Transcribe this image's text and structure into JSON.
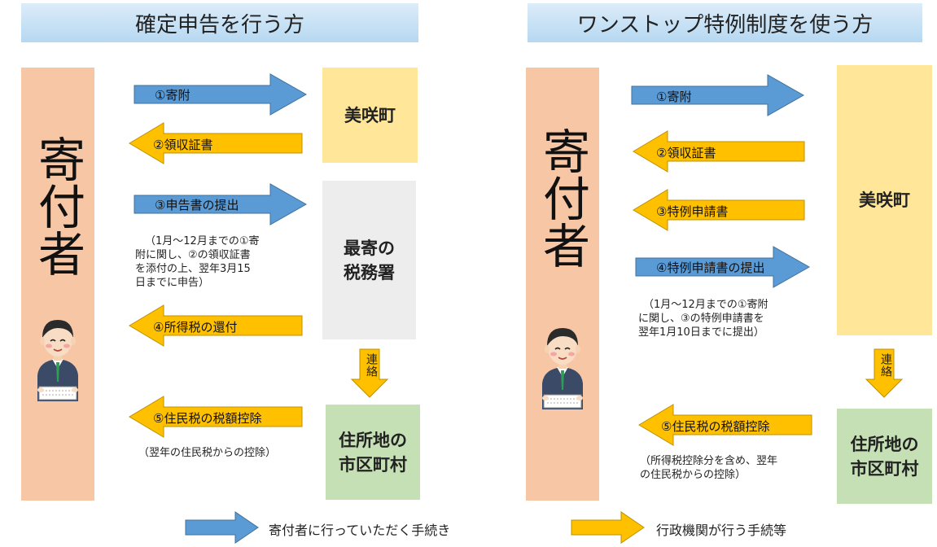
{
  "left": {
    "title": "確定申告を行う方",
    "donor_label": "寄付者",
    "boxes": {
      "town": "美咲町",
      "tax_office_l1": "最寄の",
      "tax_office_l2": "税務署",
      "municipality_l1": "住所地の",
      "municipality_l2": "市区町村"
    },
    "arrows": [
      {
        "label": "①寄附",
        "kind": "donor"
      },
      {
        "label": "②領収証書",
        "kind": "admin"
      },
      {
        "label": "③申告書の提出",
        "kind": "donor"
      },
      {
        "label": "④所得税の還付",
        "kind": "admin"
      },
      {
        "label": "⑤住民税の税額控除",
        "kind": "admin"
      }
    ],
    "note_1": [
      "（1月～12月までの①寄",
      "附に関し、②の領収証書",
      "を添付の上、翌年3月15",
      "日までに申告）"
    ],
    "note_2": "（翌年の住民税からの控除）",
    "renraku": "連絡"
  },
  "right": {
    "title": "ワンストップ特例制度を使う方",
    "donor_label": "寄付者",
    "boxes": {
      "town": "美咲町",
      "municipality_l1": "住所地の",
      "municipality_l2": "市区町村"
    },
    "arrows": [
      {
        "label": "①寄附",
        "kind": "donor"
      },
      {
        "label": "②領収証書",
        "kind": "admin"
      },
      {
        "label": "③特例申請書",
        "kind": "admin"
      },
      {
        "label": "④特例申請書の提出",
        "kind": "donor"
      },
      {
        "label": "⑤住民税の税額控除",
        "kind": "admin"
      }
    ],
    "note_1": [
      "（1月～12月までの①寄附",
      "に関し、③の特例申請書を",
      "翌年1月10日までに提出）"
    ],
    "note_2": [
      "（所得税控除分を含め、翌年",
      "の住民税からの控除）"
    ],
    "renraku": "連絡"
  },
  "legend": {
    "donor_procedure": "寄付者に行っていただく手続き",
    "admin_procedure": "行政機関が行う手続等"
  },
  "colors": {
    "donor_arrow": "#5b9bd5",
    "admin_arrow": "#ffc000",
    "pillar": "#f7c7a5",
    "town_box": "#ffe699",
    "tax_office_box": "#ededed",
    "municipality_box": "#c5e0b4",
    "title_bg": "#bdd7ee"
  }
}
